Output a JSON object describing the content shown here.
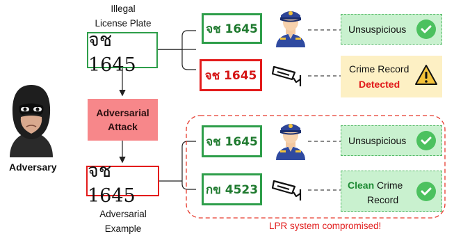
{
  "adversary": {
    "label": "Adversary"
  },
  "top": {
    "caption_line1": "Illegal",
    "caption_line2": "License Plate",
    "plate_text": "จช 1645",
    "branch_correct": {
      "plate": "จช 1645",
      "verifier": "police-officer",
      "result": "Unsuspicious"
    },
    "branch_camera": {
      "plate": "จช 1645",
      "verifier": "cctv-camera",
      "result_line1": "Crime Record",
      "result_line2": "Detected"
    }
  },
  "attack": {
    "line1": "Adversarial",
    "line2": "Attack"
  },
  "bottom": {
    "caption_line1": "Adversarial",
    "caption_line2": "Example",
    "plate_text": "จช 1645",
    "branch_correct": {
      "plate": "จช 1645",
      "verifier": "police-officer",
      "result": "Unsuspicious"
    },
    "branch_camera": {
      "plate": "กข 4523",
      "verifier": "cctv-camera",
      "result_word1": "Clean",
      "result_word2": " Crime",
      "result_line2": "Record"
    },
    "compromised_label": "LPR system compromised!"
  },
  "colors": {
    "green_border": "#2e9e4a",
    "red_border": "#e31b1b",
    "attack_fill": "#f7878a",
    "result_green": "#c9f1cf",
    "result_yellow": "#fdf0c4",
    "compromised": "#e11a1a"
  }
}
